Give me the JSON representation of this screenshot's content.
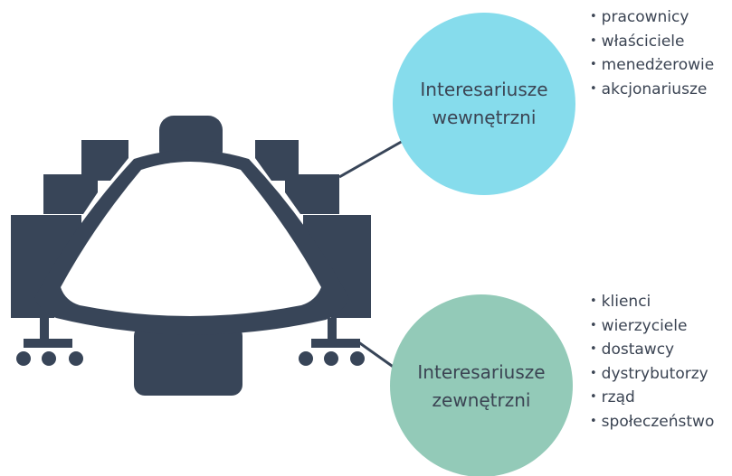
{
  "internal": {
    "label_line1": "Interesariusze",
    "label_line2": "wewnętrzni",
    "color": "#86dcec",
    "items": [
      "pracownicy",
      "właściciele",
      "menedżerowie",
      "akcjonariusze"
    ]
  },
  "external": {
    "label_line1": "Interesariusze",
    "label_line2": "zewnętrzni",
    "color": "#93cab8",
    "items": [
      "klienci",
      "wierzyciele",
      "dostawcy",
      "dystrybutorzy",
      "rząd",
      "społeczeństwo"
    ]
  },
  "icon": {
    "name": "conference-table-icon",
    "color": "#384558"
  }
}
